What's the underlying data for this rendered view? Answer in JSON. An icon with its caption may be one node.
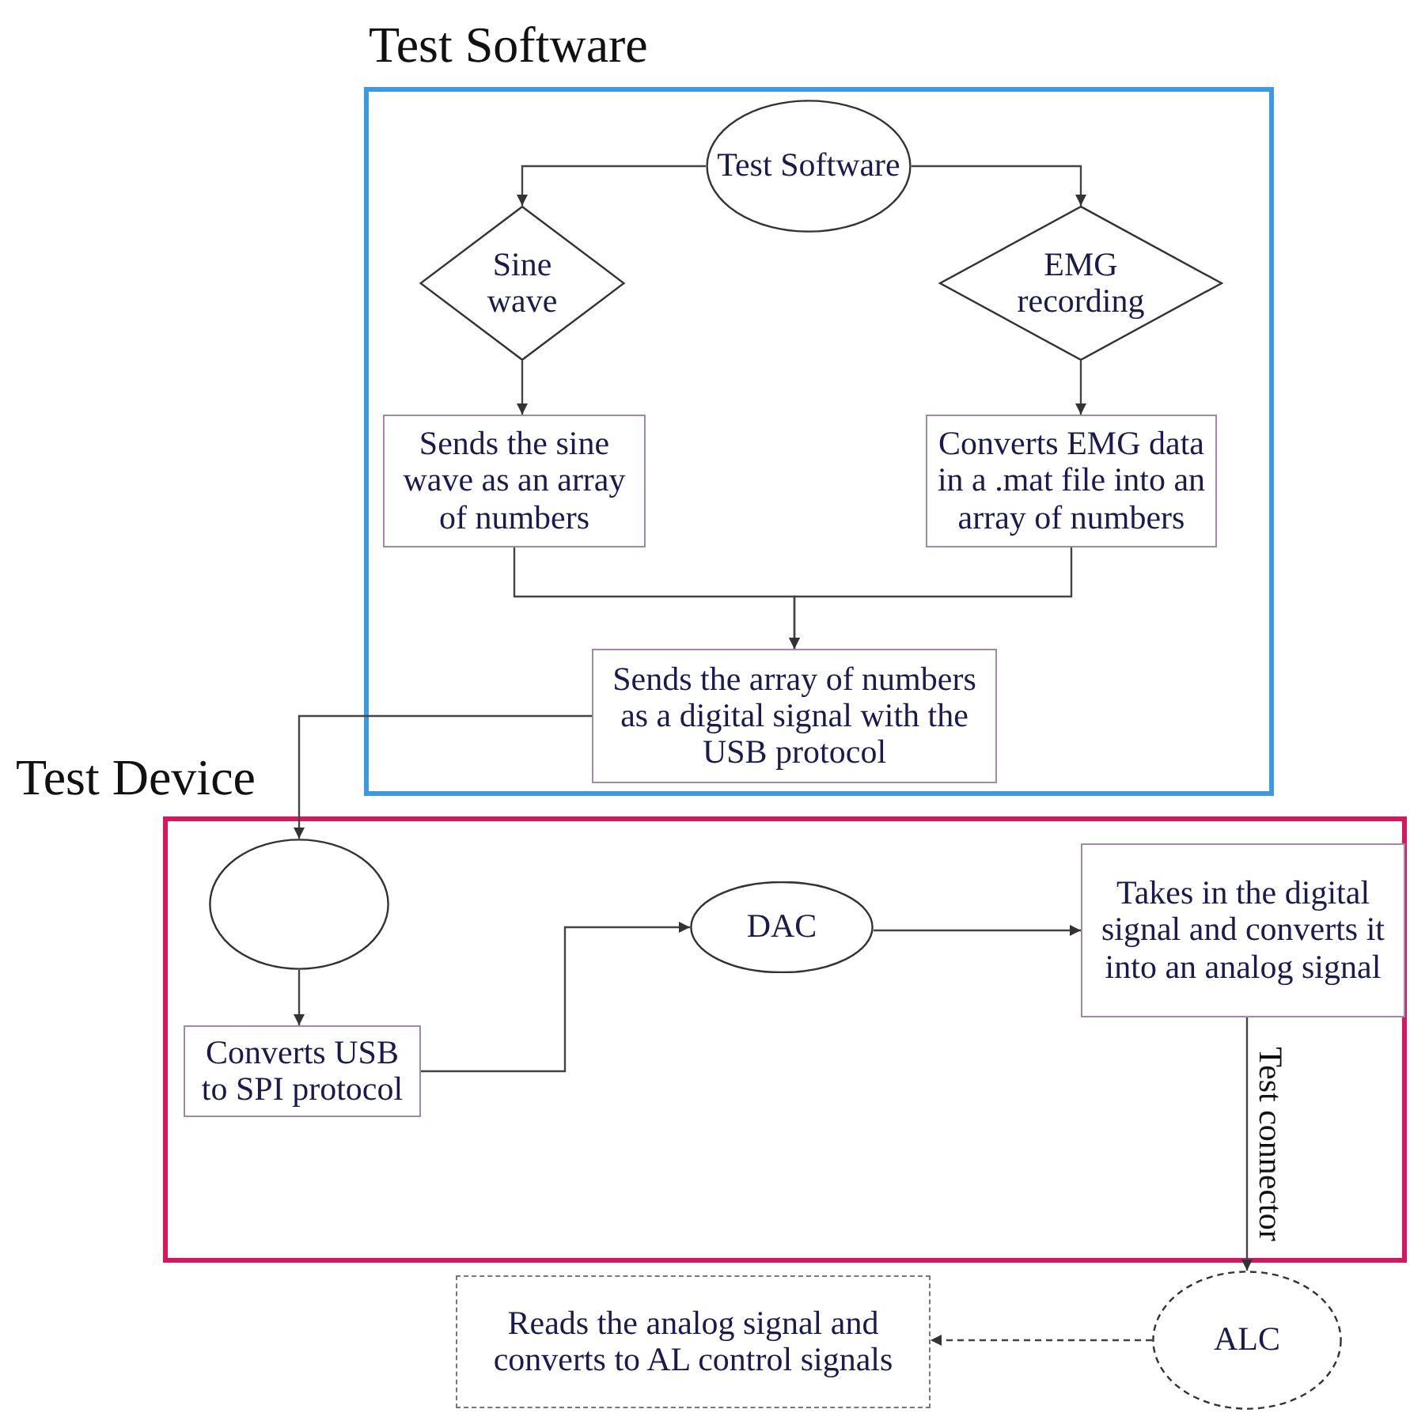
{
  "diagram": {
    "nodes": [
      {
        "text": [
          "Test Software"
        ]
      },
      {
        "text": [
          "Test Software"
        ],
        "in": 0
      },
      {
        "text": [
          "Sine wave"
        ],
        "in": 0
      },
      {
        "text": [
          "EMG recording"
        ],
        "in": 0
      },
      {
        "text": [
          "Sends the sine wave as an array of numbers"
        ],
        "in": 0
      },
      {
        "text": [
          "Converts EMG data in a .mat file into an array of numbers"
        ],
        "in": 0
      },
      {
        "text": [
          "Sends the array of numbers as a digital signal with the USB protocol"
        ],
        "in": 0
      },
      {
        "text": [
          "Test Device"
        ]
      },
      {
        "text": [],
        "shape": "circle",
        "in": 7
      },
      {
        "text": [
          "Converts USB to SPI protocol"
        ],
        "in": 7
      },
      {
        "text": [
          "DAC"
        ],
        "in": 7
      },
      {
        "text": [
          "Takes in the digital signal and converts it into an analog signal"
        ],
        "in": 7
      },
      {
        "text": [
          "ALC"
        ]
      },
      {
        "text": [
          "Reads the analog signal and converts to AL control signals"
        ]
      }
    ],
    "edges": [
      {
        "from": 1,
        "to": 2,
        "arrow": "to"
      },
      {
        "from": 1,
        "to": 3,
        "arrow": "to"
      },
      {
        "from": 2,
        "to": 4,
        "arrow": "to"
      },
      {
        "from": 3,
        "to": 5,
        "arrow": "to"
      },
      {
        "from": 4,
        "to": 6,
        "arrow": "to"
      },
      {
        "from": 5,
        "to": 6,
        "arrow": "to"
      },
      {
        "from": 6,
        "to": 8,
        "arrow": "to"
      },
      {
        "from": 8,
        "to": 9,
        "arrow": "to"
      },
      {
        "from": 9,
        "to": 10,
        "arrow": "to"
      },
      {
        "from": 10,
        "to": 11,
        "arrow": "to"
      },
      {
        "from": 11,
        "to": 12,
        "arrow": "to",
        "label": "Test connector"
      },
      {
        "from": 12,
        "to": 13,
        "arrow": "to",
        "style": "dashed"
      }
    ]
  }
}
